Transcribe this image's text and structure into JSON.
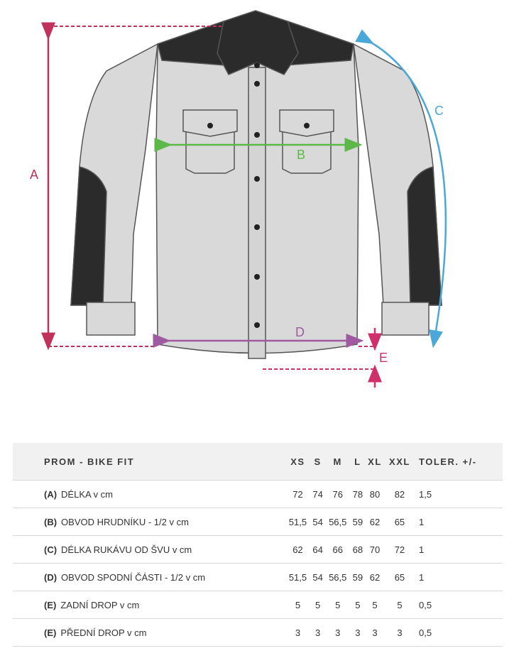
{
  "colors": {
    "length_arrow": "#c0325a",
    "chest_arrow": "#5cb848",
    "sleeve_arrow": "#4aa8d8",
    "hem_arrow": "#a05aa0",
    "drop_arrow": "#d0306a",
    "shirt_fill": "#d9d9d9",
    "panel_fill": "#2b2b2b"
  },
  "diagram": {
    "label_a": "A",
    "label_b": "B",
    "label_c": "C",
    "label_d": "D",
    "label_e": "E"
  },
  "table": {
    "headers": [
      "PROM - BIKE FIT",
      "XS",
      "S",
      "M",
      "L",
      "XL",
      "XXL",
      "TOLER. +/-"
    ],
    "rows": [
      {
        "code": "(A)",
        "label": "DÉLKA v cm",
        "values": [
          "72",
          "74",
          "76",
          "78",
          "80",
          "82"
        ],
        "tol": "1,5"
      },
      {
        "code": "(B)",
        "label": "OBVOD HRUDNÍKU - 1/2 v cm",
        "values": [
          "51,5",
          "54",
          "56,5",
          "59",
          "62",
          "65"
        ],
        "tol": "1"
      },
      {
        "code": "(C)",
        "label": "DÉLKA RUKÁVU OD ŠVU v cm",
        "values": [
          "62",
          "64",
          "66",
          "68",
          "70",
          "72"
        ],
        "tol": "1"
      },
      {
        "code": "(D)",
        "label": "OBVOD SPODNÍ ČÁSTI - 1/2 v cm",
        "values": [
          "51,5",
          "54",
          "56,5",
          "59",
          "62",
          "65"
        ],
        "tol": "1"
      },
      {
        "code": "(E)",
        "label": "ZADNÍ DROP v cm",
        "values": [
          "5",
          "5",
          "5",
          "5",
          "5",
          "5"
        ],
        "tol": "0,5"
      },
      {
        "code": "(E)",
        "label": "PŘEDNÍ DROP v cm",
        "values": [
          "3",
          "3",
          "3",
          "3",
          "3",
          "3"
        ],
        "tol": "0,5"
      }
    ]
  }
}
